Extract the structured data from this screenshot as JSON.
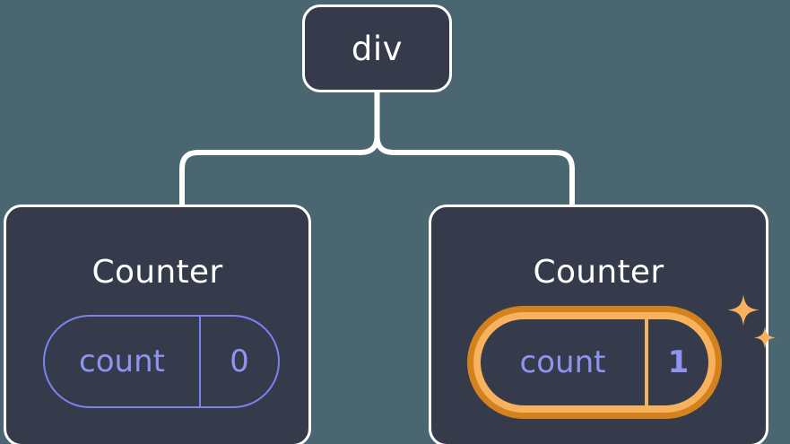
{
  "diagram": {
    "type": "component-tree",
    "background_color": "#4a6670",
    "node_fill_color": "#353b4a",
    "node_border_color": "#ffffff",
    "edge_color": "#ffffff",
    "accent_blue": "#8f93f2",
    "highlight_orange_outer": "#d4821e",
    "highlight_orange_inner": "#f8b15c",
    "root": {
      "label": "div"
    },
    "children": [
      {
        "title": "Counter",
        "state": {
          "key": "count",
          "value": "0",
          "highlighted": false
        }
      },
      {
        "title": "Counter",
        "state": {
          "key": "count",
          "value": "1",
          "highlighted": true,
          "sparkle_icon": "sparkles-icon"
        }
      }
    ]
  }
}
